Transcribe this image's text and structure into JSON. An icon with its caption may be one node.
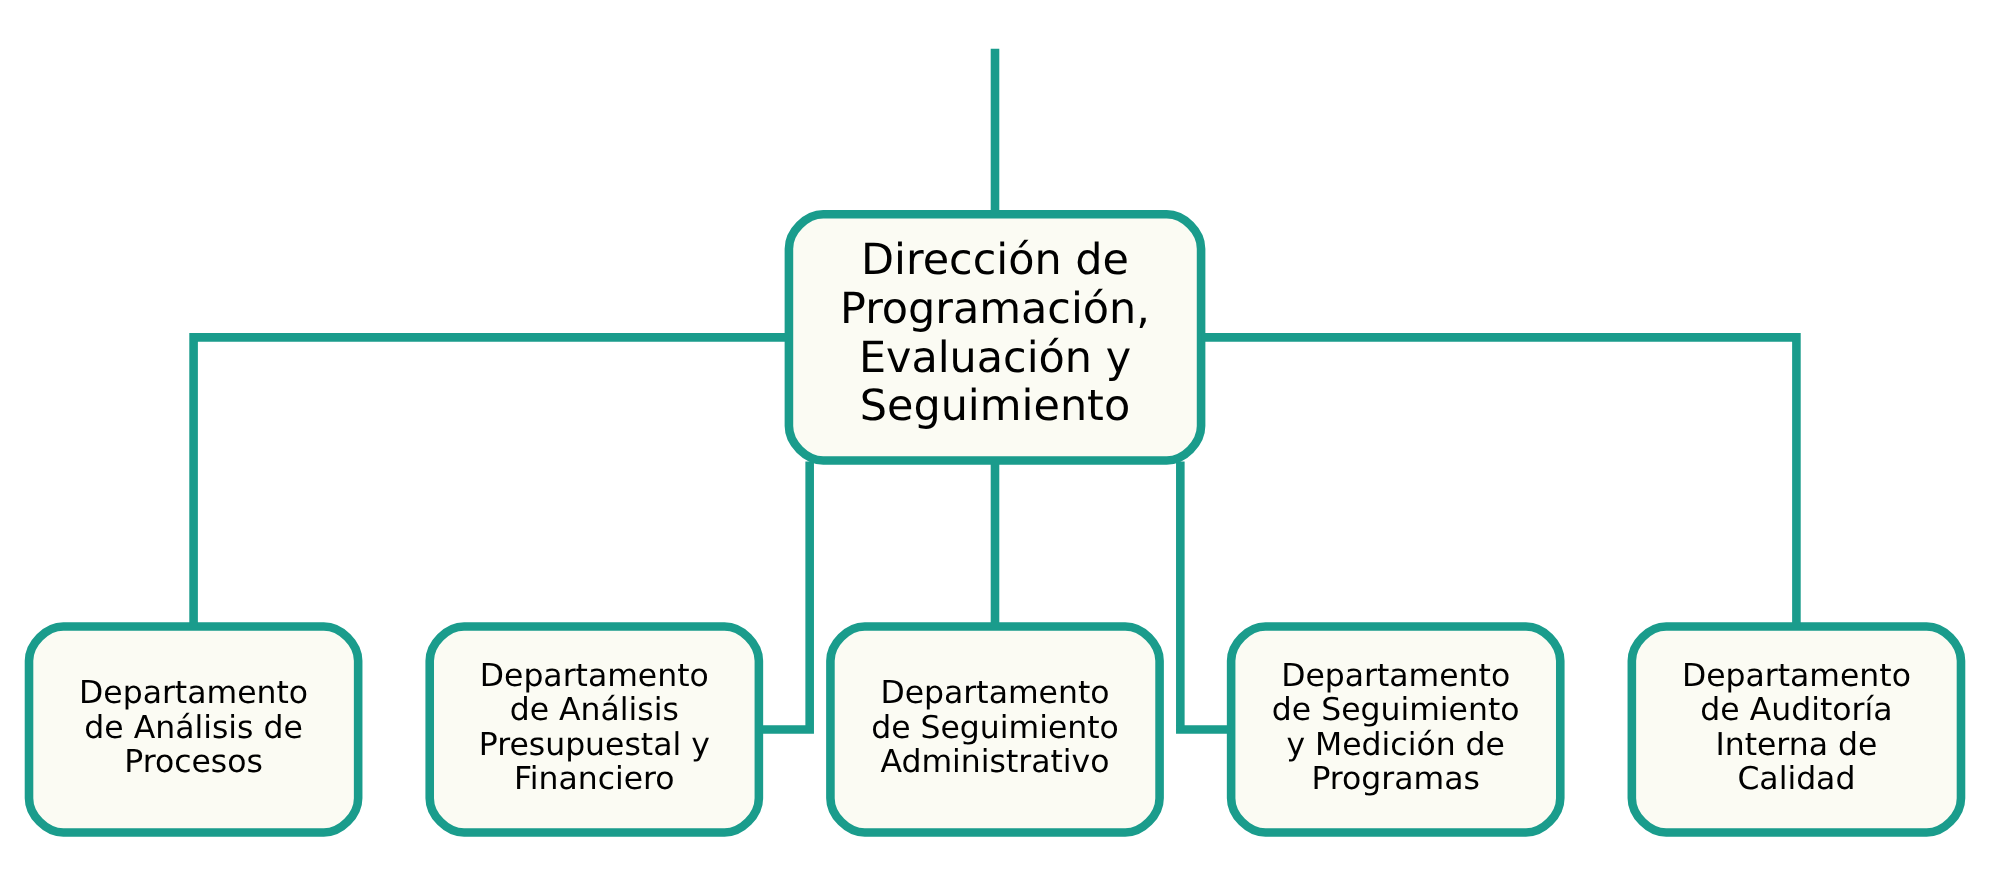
{
  "diagram": {
    "nodes": [
      {
        "text": [
          "Dirección de Programación, Evaluación y Seguimiento"
        ]
      },
      {
        "text": [
          "Departamento de Análisis de Procesos"
        ]
      },
      {
        "text": [
          "Departamento de Análisis Presupuestal y Financiero"
        ]
      },
      {
        "text": [
          "Departamento de Seguimiento Administrativo"
        ]
      },
      {
        "text": [
          "Departamento de Seguimiento y Medición de Programas"
        ]
      },
      {
        "text": [
          "Departamento de Auditoría Interna de Calidad"
        ]
      }
    ],
    "edges": [
      {
        "from": null,
        "to": 0,
        "arrow": "none"
      },
      {
        "from": 0,
        "to": 1,
        "arrow": "none"
      },
      {
        "from": 0,
        "to": 2,
        "arrow": "none"
      },
      {
        "from": 0,
        "to": 3,
        "arrow": "none"
      },
      {
        "from": 0,
        "to": 4,
        "arrow": "none"
      },
      {
        "from": 0,
        "to": 5,
        "arrow": "none"
      }
    ]
  }
}
